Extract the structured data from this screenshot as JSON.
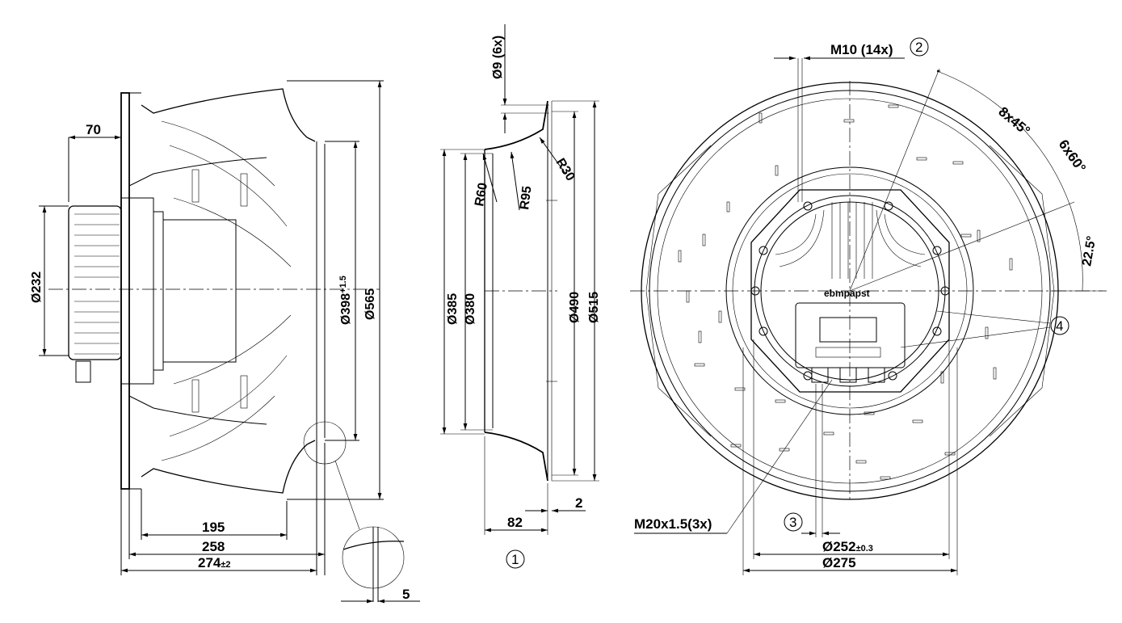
{
  "side_view": {
    "dim_70": "70",
    "dim_232": "Ø232",
    "dim_398": "Ø398",
    "dim_398_tol": "+1.5",
    "dim_565": "Ø565",
    "dim_195": "195",
    "dim_258": "258",
    "dim_274": "274",
    "dim_274_tol": "±2",
    "dim_5": "5"
  },
  "nozzle_view": {
    "dim_holes": "Ø9 (6x)",
    "dim_r60": "R60",
    "dim_r95": "R95",
    "dim_r30": "R30",
    "dim_385": "Ø385",
    "dim_380": "Ø380",
    "dim_490": "Ø490",
    "dim_515": "Ø515",
    "dim_82": "82",
    "dim_2": "2",
    "callout_1": "1"
  },
  "front_view": {
    "dim_m10": "M10 (14x)",
    "callout_2": "2",
    "angle_8x45": "8x45°",
    "angle_6x60": "6x60°",
    "angle_225": "22.5°",
    "callout_4": "4",
    "dim_m20": "M20x1.5(3x)",
    "callout_3": "3",
    "dim_252": "Ø252",
    "dim_252_tol": "±0.3",
    "dim_275": "Ø275",
    "brand": "ebmpapst"
  }
}
